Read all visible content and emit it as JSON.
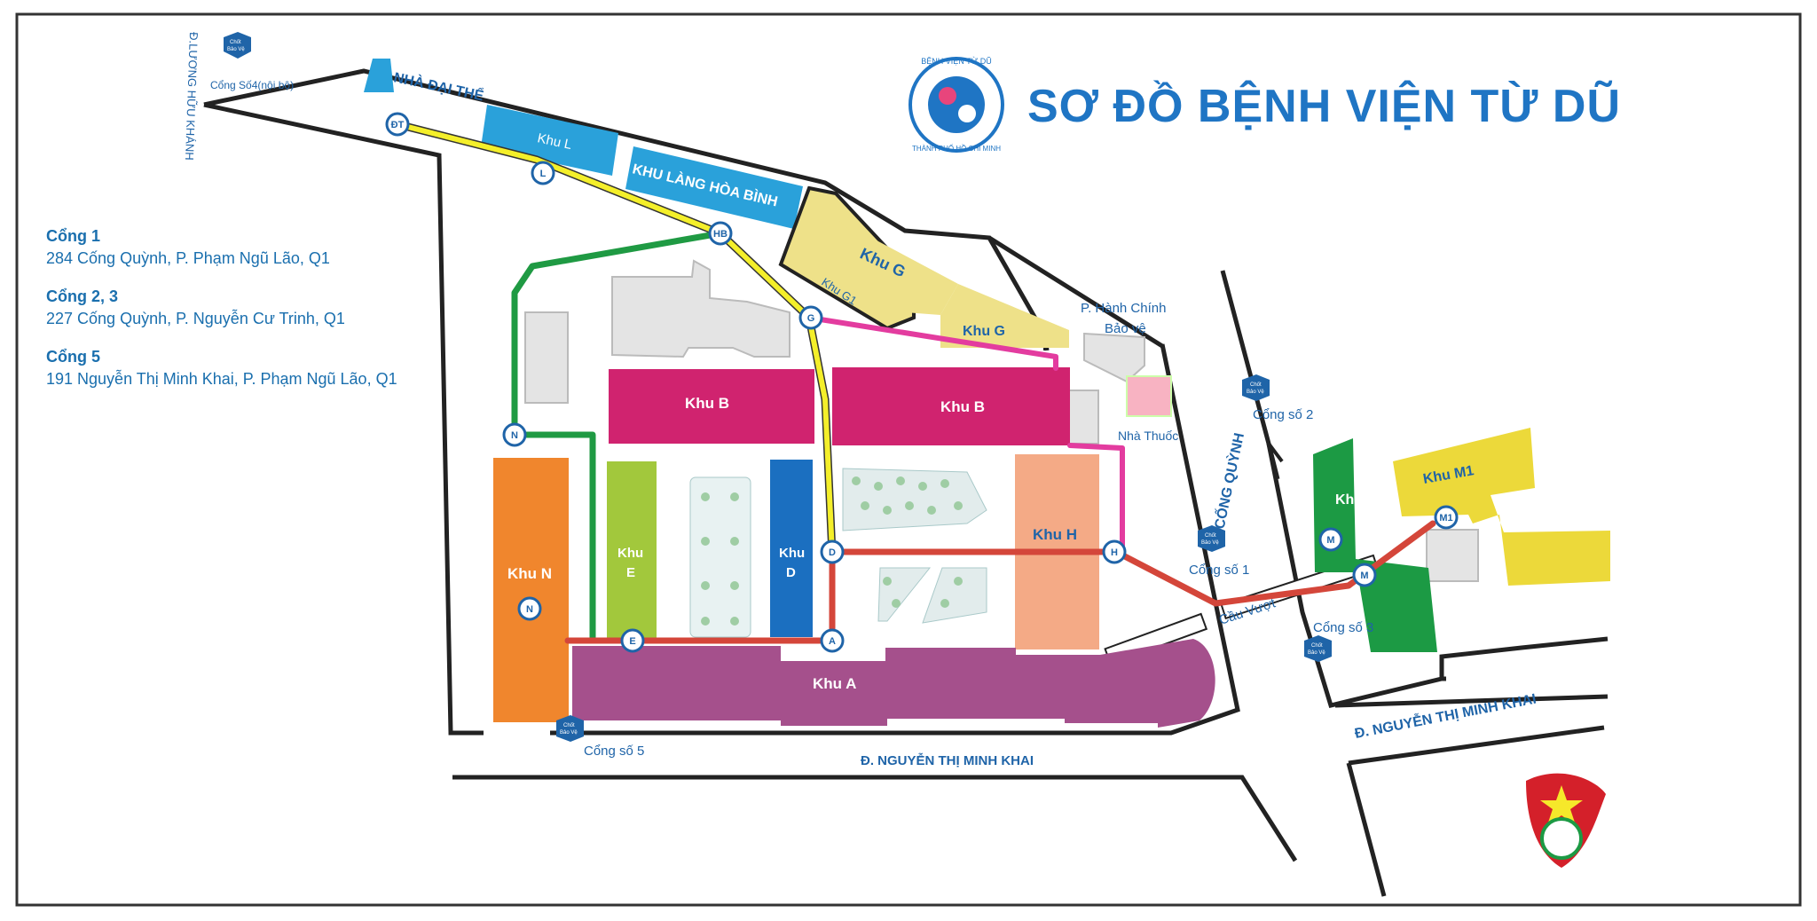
{
  "title": "SƠ ĐỒ BỆNH VIỆN TỪ DŨ",
  "logo": {
    "ring_top": "BỆNH VIỆN TỪ DŨ",
    "ring_bottom": "THÀNH PHỐ HỒ CHÍ MINH"
  },
  "gates_info": [
    {
      "name": "Cổng 1",
      "address": "284 Cống Quỳnh, P. Phạm Ngũ Lão, Q1"
    },
    {
      "name": "Cổng 2, 3",
      "address": "227 Cống Quỳnh, P. Nguyễn Cư Trinh, Q1"
    },
    {
      "name": "Cổng 5",
      "address": "191 Nguyễn Thị Minh Khai, P. Phạm Ngũ Lão, Q1"
    }
  ],
  "buildings": {
    "nha_dai_the": "NHÀ ĐẠI THỂ",
    "khu_l": "Khu L",
    "khu_lang_hoa_binh": "KHU LÀNG HÒA BÌNH",
    "khu_g": "Khu G",
    "khu_g1": "Khu G1",
    "khu_g_lower": "Khu G",
    "khu_b_left": "Khu B",
    "khu_b_right": "Khu B",
    "khu_n": "Khu N",
    "khu_e": "Khu\nE",
    "khu_d": "Khu\nD",
    "khu_h": "Khu H",
    "khu_a": "Khu A",
    "khu_m": "Khu M",
    "khu_m1": "Khu M1",
    "hanh_chinh": "P. Hành Chính",
    "bao_ve": "Bảo vệ",
    "nha_thuoc": "Nhà Thuốc"
  },
  "streets": {
    "luong_huu_khanh": "Đ.LƯƠNG HỮU KHÁNH",
    "cong_quynh": "Đ. CỐNG QUỲNH",
    "nguyen_thi_minh_khai_main": "Đ. NGUYỄN THỊ MINH KHAI",
    "nguyen_thi_minh_khai_right": "Đ. NGUYỄN THỊ MINH KHAI"
  },
  "gates_labels": {
    "cong_so_4": "Cổng Số4(nội bộ)",
    "cong_so_1": "Cổng số 1",
    "cong_so_2": "Cổng số 2",
    "cong_so_3": "Cổng số 3",
    "cong_so_5": "Cổng số 5",
    "cau_vuot": "Cầu Vượt"
  },
  "guard_post": {
    "line1": "Chốt",
    "line2": "Bảo Vệ"
  },
  "route_markers": [
    "ĐT",
    "L",
    "HB",
    "G",
    "N",
    "N",
    "D",
    "A",
    "E",
    "H",
    "M",
    "M",
    "M1"
  ],
  "colors": {
    "khu_b": "#d0236f",
    "khu_n": "#f0862d",
    "khu_e": "#a2c83c",
    "khu_d": "#1b6fc0",
    "khu_h": "#f4aa86",
    "khu_a": "#a5508c",
    "khu_m": "#1c9a44",
    "khu_m1": "#ecd93a",
    "khu_l": "#2aa1da",
    "khu_g": "#eee189",
    "route_yellow": "#f4ef2a",
    "route_green": "#1f9a43",
    "route_red": "#d4463a",
    "route_pink": "#e33c9f",
    "title_blue": "#1f75c4"
  }
}
